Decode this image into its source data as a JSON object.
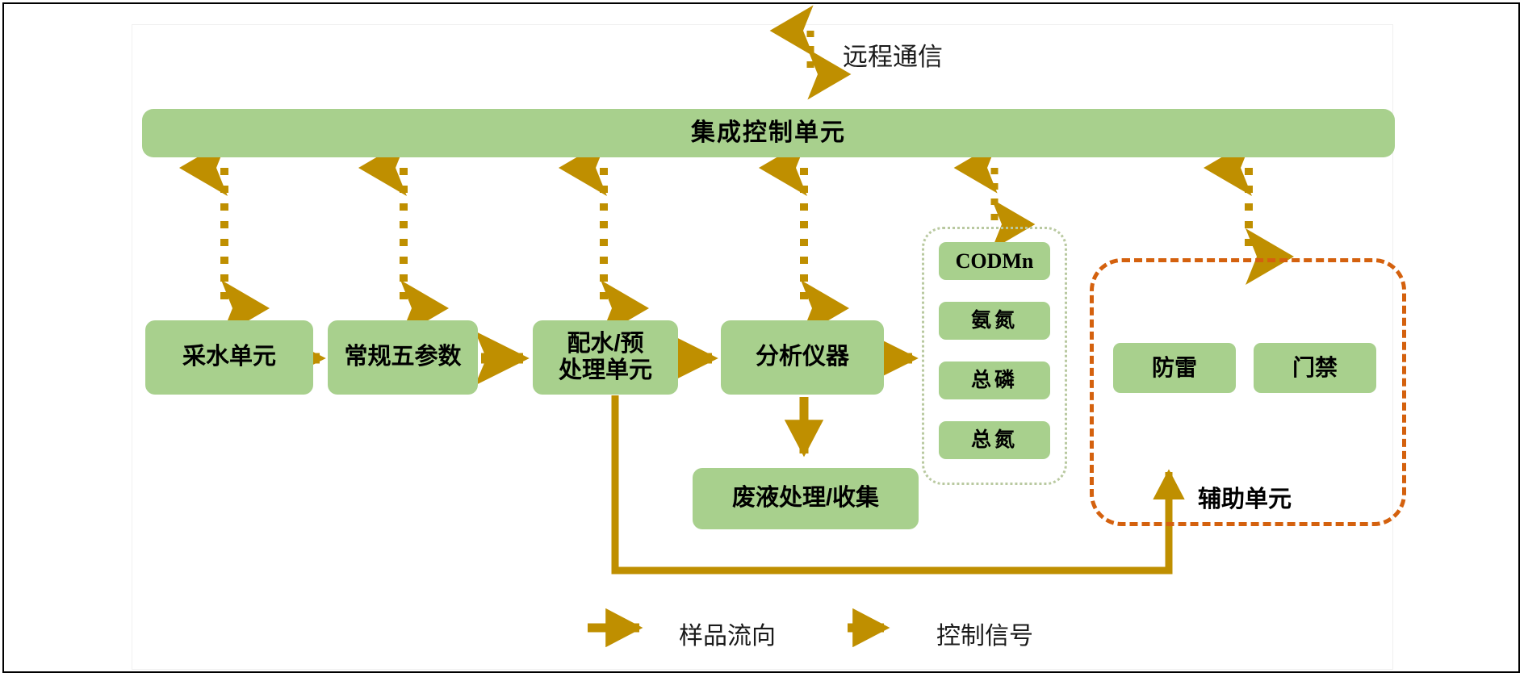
{
  "diagram": {
    "title_top_label": "远程通信",
    "control_unit": {
      "label": "集成控制单元"
    },
    "process_chain": [
      {
        "id": "sampling",
        "label": "采水单元"
      },
      {
        "id": "five_params",
        "label": "常规五参数"
      },
      {
        "id": "pretreat",
        "label": "配水/预\n处理单元"
      },
      {
        "id": "analyzer",
        "label": "分析仪器"
      }
    ],
    "process_labels": {
      "sampling": "采水单元",
      "five_params": "常规五参数",
      "pretreat_line1": "配水/预",
      "pretreat_line2": "处理单元",
      "analyzer": "分析仪器"
    },
    "waste": {
      "label": "废液处理/收集"
    },
    "analytes": [
      {
        "id": "codmn",
        "label": "CODMn"
      },
      {
        "id": "nh3n",
        "label": "氨氮"
      },
      {
        "id": "tp",
        "label": "总磷"
      },
      {
        "id": "tn",
        "label": "总氮"
      }
    ],
    "analyte_labels": {
      "codmn": "CODMn",
      "nh3n": "氨氮",
      "tp": "总磷",
      "tn": "总氮"
    },
    "auxiliary": {
      "label": "辅助单元",
      "items": [
        {
          "id": "lightning",
          "label": "防雷"
        },
        {
          "id": "access",
          "label": "门禁"
        }
      ],
      "item_labels": {
        "lightning": "防雷",
        "access": "门禁"
      }
    },
    "legend": {
      "sample_flow": "样品流向",
      "control_signal": "控制信号"
    },
    "colors": {
      "box_fill": "#a8d08d",
      "arrow_gold": "#bf8f00",
      "arrow_gold_dark": "#c8951a",
      "aux_dashed_border": "#d4610e",
      "analyte_dotted_border": "#b9c9a0",
      "text": "#000000",
      "background": "#ffffff"
    },
    "icons": {
      "solid_arrow": "solid-arrow-icon",
      "dashed_arrow": "dashed-arrow-icon",
      "double_headed_dashed_arrow": "double-headed-dashed-arrow-icon"
    }
  }
}
